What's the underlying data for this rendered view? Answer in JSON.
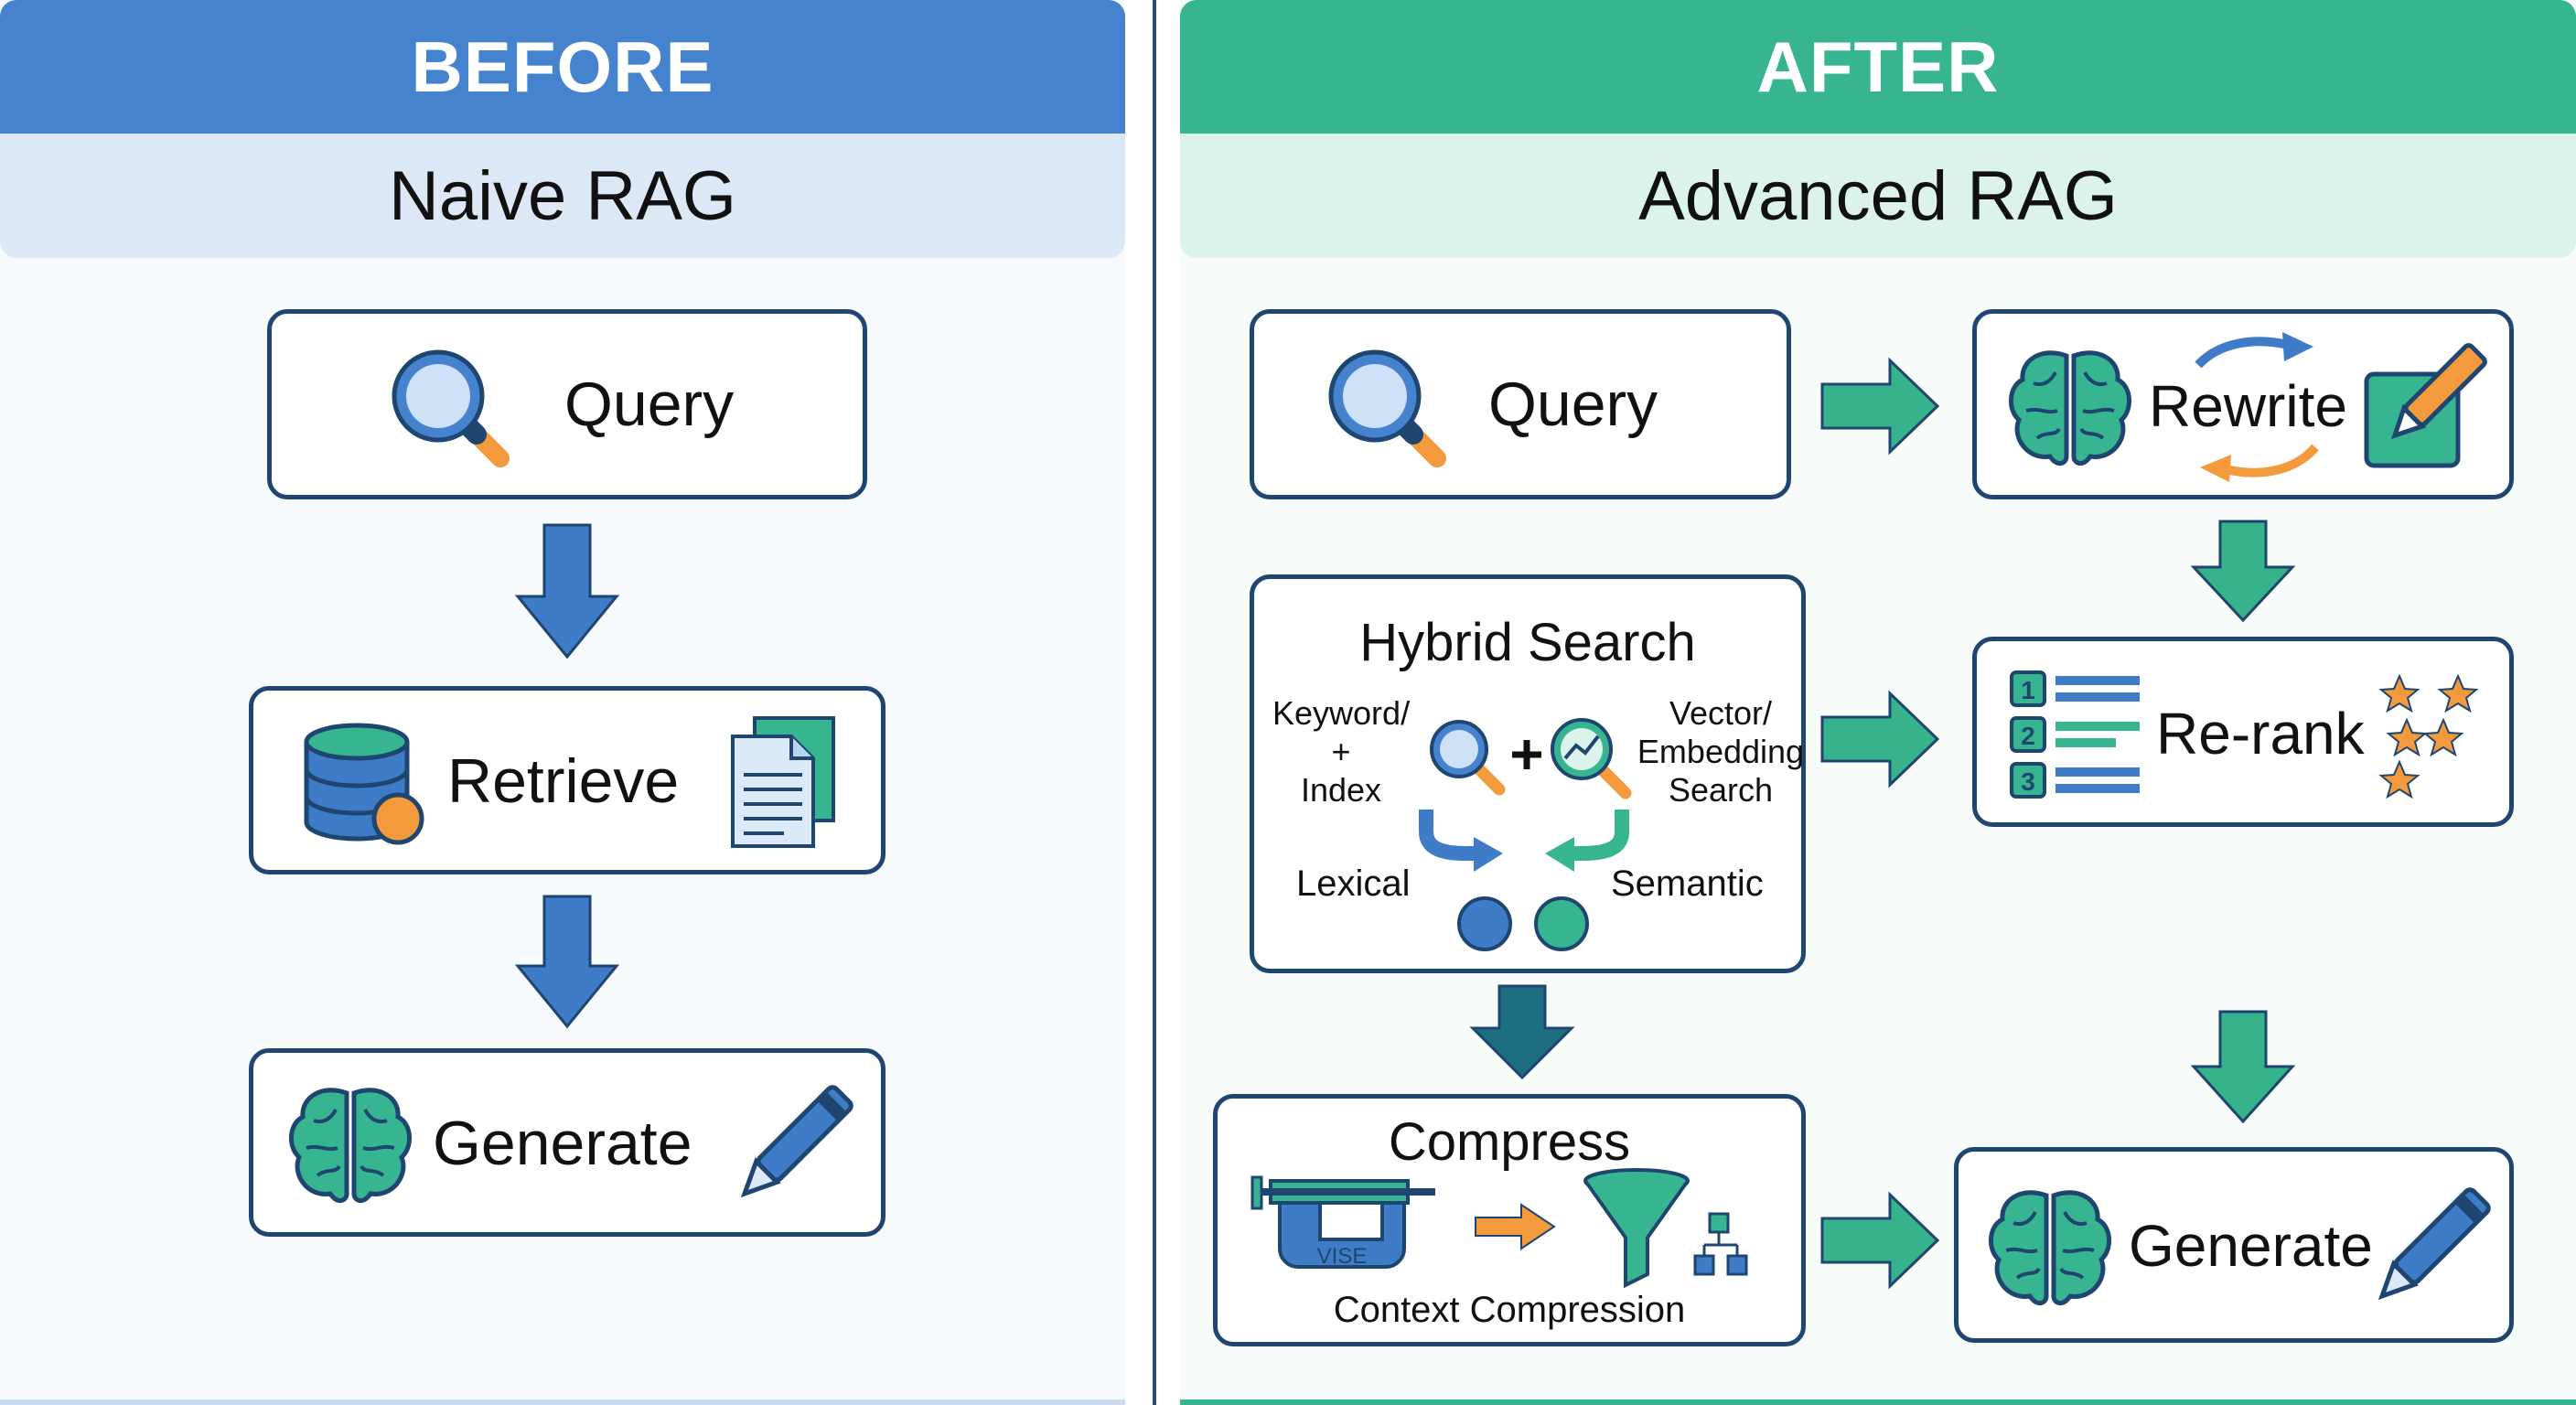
{
  "colors": {
    "before_header": "#4583cf",
    "before_sub": "#dce8f5",
    "after_header": "#37b591",
    "after_sub": "#dcf3ec",
    "box_border": "#1f4670",
    "arrow_blue": "#3f7cc7",
    "arrow_green": "#37b38c",
    "arrow_teal": "#1d6e7e",
    "orange": "#f39a3c"
  },
  "before": {
    "header": "BEFORE",
    "title": "Naive RAG",
    "steps": {
      "query": "Query",
      "retrieve": "Retrieve",
      "generate": "Generate"
    }
  },
  "after": {
    "header": "AFTER",
    "title": "Advanced RAG",
    "query": "Query",
    "rewrite": "Rewrite",
    "hybrid": {
      "title": "Hybrid Search",
      "keyword_line1": "Keyword/",
      "keyword_line2": "+",
      "keyword_line3": "Index",
      "vector_line1": "Vector/",
      "vector_line2": "Embedding",
      "vector_line3": "Search",
      "lexical": "Lexical",
      "semantic": "Semantic"
    },
    "rerank": {
      "label": "Re-rank",
      "ranks": [
        "1",
        "2",
        "3"
      ]
    },
    "compress": {
      "title": "Compress",
      "vise": "VISE",
      "caption": "Context Compression"
    },
    "generate": "Generate"
  }
}
